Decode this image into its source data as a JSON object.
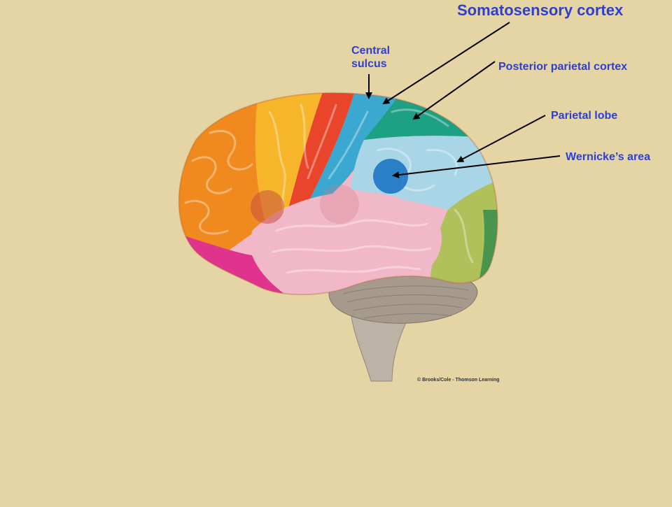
{
  "labels": {
    "somatosensory_cortex": "Somatosensory cortex",
    "central_sulcus_line1": "Central",
    "central_sulcus_line2": "sulcus",
    "posterior_parietal_cortex": "Posterior parietal cortex",
    "parietal_lobe": "Parietal lobe",
    "wernickes_area": "Wernicke’s area"
  },
  "copyright": "© Brooks/Cole - Thomson Learning",
  "colors": {
    "background": "#e5d4a4",
    "label_text": "#2f3fcf",
    "frontal_orange": "#f08a1e",
    "premotor_yellow": "#f6b52a",
    "motor_red": "#e8452a",
    "somatosensory_blue": "#3aa8cf",
    "posterior_parietal_green": "#1ea083",
    "parietal_light_blue": "#a9d6e6",
    "occipital_olive": "#b0c05a",
    "temporal_pink": "#f1b8c8",
    "temporal_pole_magenta": "#e0338e",
    "cerebellum_gray": "#a59a8c",
    "wernicke_blue": "#1570c0",
    "broca_red": "#c85040"
  }
}
